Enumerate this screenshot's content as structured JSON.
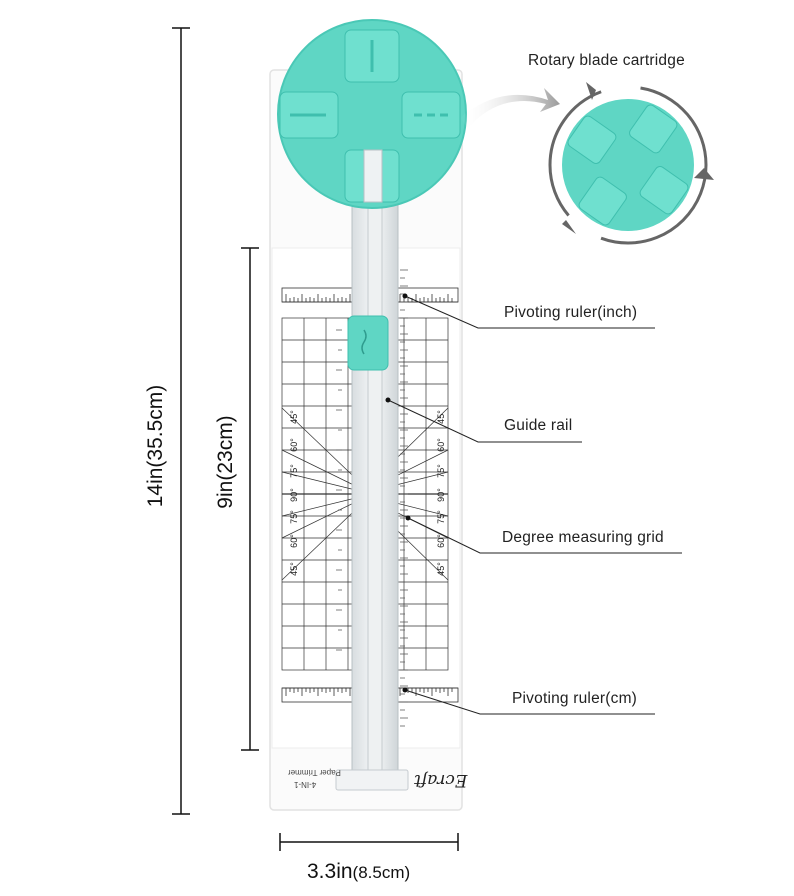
{
  "labels": {
    "rotary_blade_cartridge": "Rotary blade cartridge",
    "pivoting_ruler_inch": "Pivoting ruler(inch)",
    "guide_rail": "Guide rail",
    "degree_measuring_grid": "Degree measuring grid",
    "pivoting_ruler_cm": "Pivoting ruler(cm)"
  },
  "dimensions": {
    "total_length": "14in(35.5cm)",
    "ruler_length": "9in(23cm)",
    "width_main": "3.3in",
    "width_sub": "(8.5cm)"
  },
  "product": {
    "brand": "Ecraft",
    "model_text": "Paper Trimmer",
    "model_code": "4-IN-1"
  },
  "angles_left": [
    "45°",
    "60°",
    "75°",
    "90°",
    "75°",
    "60°",
    "45°"
  ],
  "angles_right": [
    "45°",
    "60°",
    "75°",
    "90°",
    "75°",
    "60°",
    "45°"
  ],
  "colors": {
    "accent": "#5fd6c4",
    "accent_dark": "#3fbfae",
    "arrow": "#666666"
  }
}
